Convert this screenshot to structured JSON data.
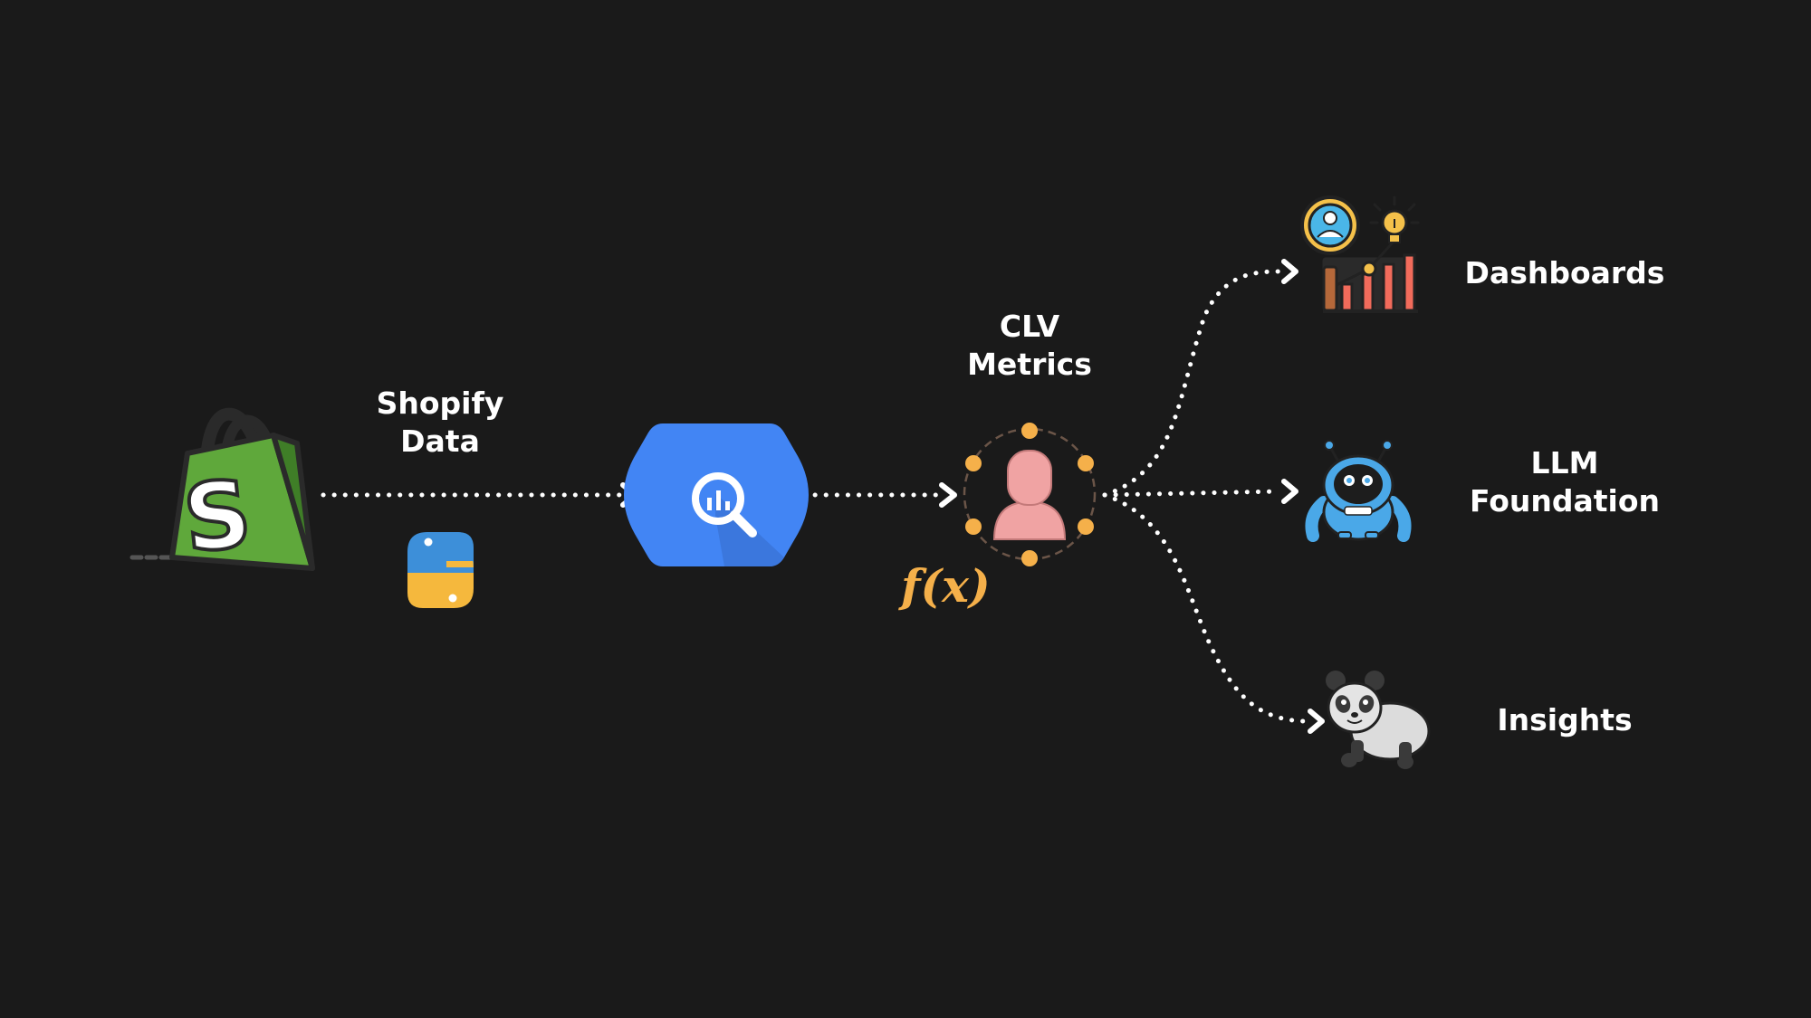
{
  "nodes": {
    "shopify": {
      "label_line1": "Shopify",
      "label_line2": "Data"
    },
    "clv": {
      "label_line1": "CLV",
      "label_line2": "Metrics"
    },
    "dashboards": {
      "label": "Dashboards"
    },
    "llm": {
      "label_line1": "LLM",
      "label_line2": "Foundation"
    },
    "insights": {
      "label": "Insights"
    }
  },
  "formula_glyph": "f(x)",
  "icons": {
    "shopify": "shopify-bag-icon",
    "python": "python-logo-icon",
    "bigquery": "bigquery-hexagon-icon",
    "clv": "customer-person-icon",
    "formula": "function-fx-icon",
    "dashboards": "analytics-dashboard-icon",
    "llm": "robot-icon",
    "insights": "panda-icon"
  },
  "colors": {
    "background": "#1a1a1a",
    "shopify_green": "#5fa83b",
    "bigquery_blue": "#4285f4",
    "python_blue": "#3d8fd9",
    "python_yellow": "#f5b83d",
    "accent_orange": "#f5b04a",
    "person_pink": "#f0a3a3",
    "robot_blue": "#4aa8e8",
    "chart_red": "#f26b5b",
    "arrow": "#ffffff"
  }
}
